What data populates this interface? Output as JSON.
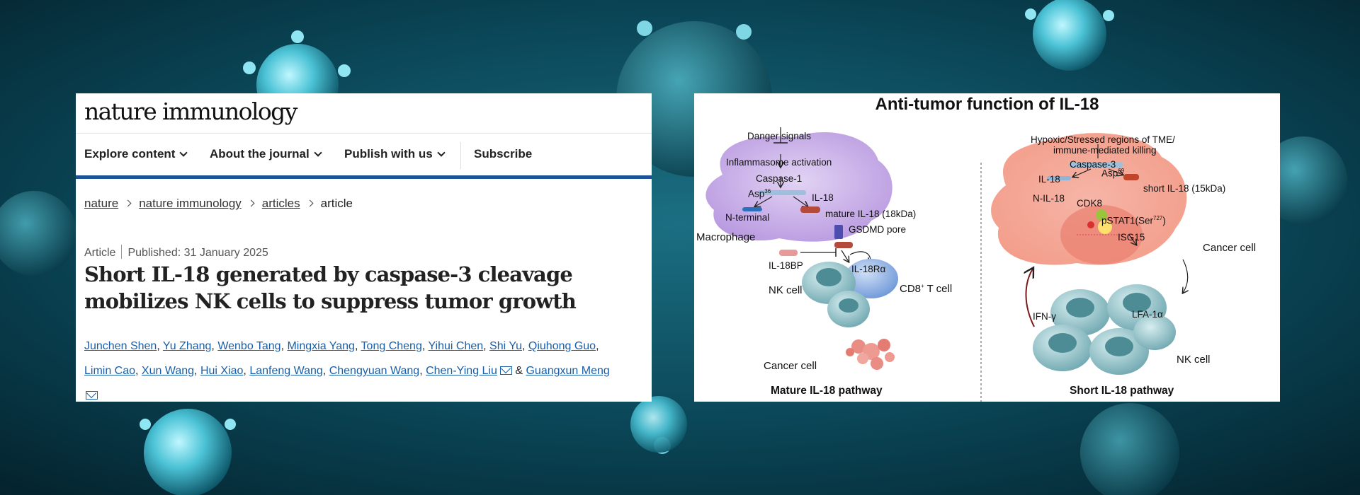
{
  "colors": {
    "brand_blue": "#1c5296",
    "link": "#1a5ea6",
    "background": "#06303c"
  },
  "article": {
    "logo": "nature immunology",
    "nav": [
      {
        "label": "Explore content",
        "icon": "chevron-down-icon"
      },
      {
        "label": "About the journal",
        "icon": "chevron-down-icon"
      },
      {
        "label": "Publish with us",
        "icon": "chevron-down-icon"
      },
      {
        "label": "Subscribe"
      }
    ],
    "breadcrumb": [
      "nature",
      "nature immunology",
      "articles",
      "article"
    ],
    "type": "Article",
    "published": "Published: 31 January 2025",
    "title": "Short IL-18 generated by caspase-3 cleavage mobilizes NK cells to suppress tumor growth",
    "authors": [
      "Junchen Shen",
      "Yu Zhang",
      "Wenbo Tang",
      "Mingxia Yang",
      "Tong Cheng",
      "Yihui Chen",
      "Shi Yu",
      "Qiuhong Guo",
      "Limin Cao",
      "Xun Wang",
      "Hui Xiao",
      "Lanfeng Wang",
      "Chengyuan Wang",
      "Chen-Ying Liu",
      "Guangxun Meng"
    ],
    "and": "&"
  },
  "figure": {
    "title": "Anti-tumor function of IL-18",
    "left": {
      "danger": "Danger signals",
      "inflammasome": "Inflammasome activation",
      "caspase1": "Caspase-1",
      "asp": "Asp",
      "asp_sup": "36",
      "il18": "IL-18",
      "nterminal": "N-terminal",
      "mature": "mature IL-18 (18kDa)",
      "macrophage": "Macrophage",
      "gsdmd": "GSDMD pore",
      "il18bp": "IL-18BP",
      "il18ra": "IL-18Rα",
      "nk": "NK cell",
      "cd8": "CD8",
      "cd8_sup": "+",
      "cd8_tail": "T cell",
      "cancer": "Cancer cell",
      "pathway": "Mature IL-18 pathway"
    },
    "right": {
      "hypoxic1": "Hypoxic/Stressed regions of TME/",
      "hypoxic2": "immune-mediated killing",
      "caspase3": "Caspase-3",
      "asp": "Asp",
      "asp_sup": "69",
      "il18": "IL-18",
      "short": "short IL-18 (15kDa)",
      "nil18": "N-IL-18",
      "cdk8": "CDK8",
      "pstat": "pSTAT1(Ser",
      "pstat_sup": "727",
      "pstat_tail": ")",
      "isg15": "ISG15",
      "cancer": "Cancer cell",
      "ifn": "IFN-γ",
      "lfa": "LFA-1α",
      "nk": "NK cell",
      "pathway": "Short IL-18 pathway"
    }
  }
}
